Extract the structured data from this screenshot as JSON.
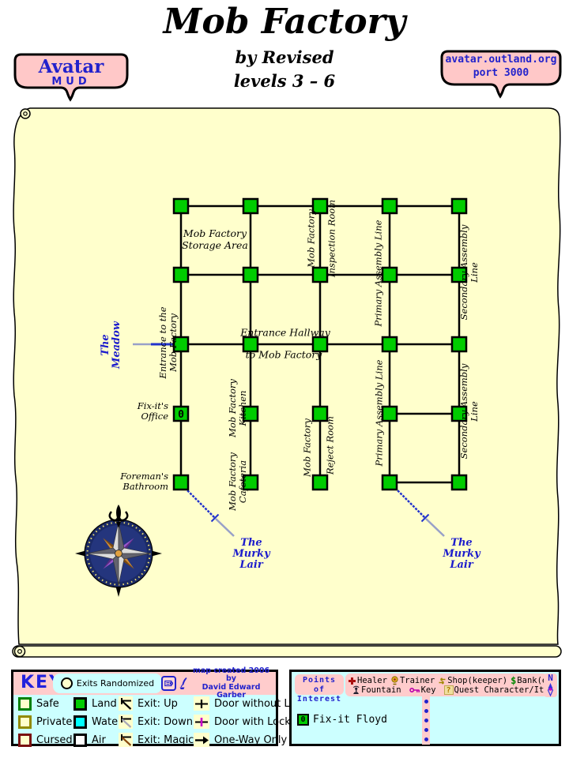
{
  "header": {
    "title": "Mob Factory",
    "byline": "by Revised",
    "levels": "levels 3 – 6",
    "badge_left": {
      "name": "Avatar",
      "sub": "MUD"
    },
    "badge_right": {
      "host": "avatar.outland.org",
      "port": "port 3000"
    }
  },
  "map": {
    "fixit_marker": "0",
    "labels": {
      "storage": "Mob Factory\nStorage Area",
      "mob_factory_top": "Mob Factory",
      "inspection": "Inspection Room",
      "primary_top": "Primary Assembly Line",
      "secondary_top": "Secondary Assembly Line",
      "entrance_side": "Entrance to the\nMob Factory",
      "meadow": "The\nMeadow",
      "hallway1": "Entrance Hallway",
      "hallway2": "to Mob Factory",
      "fixit": "Fix-it's\nOffice",
      "kitchen": "Mob Factory\nKitchen",
      "mob_factory_bottom": "Mob Factory",
      "reject": "Reject Room",
      "primary_bottom": "Primary Assembly Line",
      "secondary_bottom": "Secondary Assembly Line",
      "foreman": "Foreman's\nBathroom",
      "cafeteria": "Mob Factory\nCafeteria",
      "murky_left": "The\nMurky\nLair",
      "murky_right": "The\nMurky\nLair"
    }
  },
  "key": {
    "title": "KEY",
    "randomized": "Exits Randomized",
    "credit": "map created 2006 by\nDavid Edward Garber",
    "room_types": [
      "Safe",
      "Private",
      "Cursed"
    ],
    "terrain": [
      "Land",
      "Water",
      "Air"
    ],
    "exits": [
      "Exit: Up",
      "Exit: Down",
      "Exit: Magical"
    ],
    "doors": [
      "Door without Lock",
      "Door with Lock",
      "One-Way Only"
    ]
  },
  "poi": {
    "title": "Points of\nInterest",
    "legend_row1": [
      "Healer",
      "Trainer",
      "Shop(keeper)",
      "Bank(er)"
    ],
    "legend_row2": [
      "Fountain",
      "Key",
      "Quest Character/Item"
    ],
    "icons": {
      "bank": "$",
      "quest": "?",
      "north": "N"
    },
    "entries": [
      {
        "marker": "0",
        "label": "Fix-it Floyd"
      }
    ]
  },
  "colors": {
    "parchment": "#FFFFCC",
    "room_green": "#00CC00",
    "accent_blue": "#2222CC",
    "panel_pink": "#FFCCCC",
    "panel_cyan": "#CCFFFF"
  }
}
